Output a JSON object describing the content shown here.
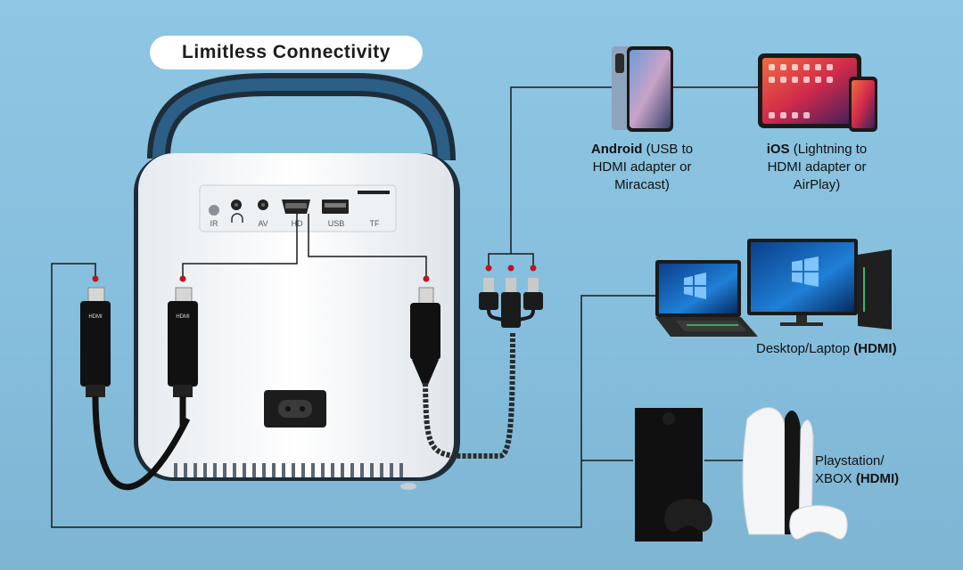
{
  "title": "Limitless Connectivity",
  "ports": {
    "ir": "IR",
    "av": "AV",
    "hd": "HD",
    "usb": "USB",
    "tf": "TF"
  },
  "cable_text": {
    "hdmi_1": "HDMI",
    "hdmi_2": "HDMI"
  },
  "devices": {
    "android": {
      "name": "Android",
      "detail_1": " (USB to",
      "detail_2": "HDMI adapter or",
      "detail_3": "Miracast)"
    },
    "ios": {
      "name": "iOS",
      "detail_1": " (Lightning to",
      "detail_2": "HDMI adapter or",
      "detail_3": "AirPlay)"
    },
    "desktop": {
      "name": "Desktop/Laptop ",
      "conn": "(HDMI)"
    },
    "console": {
      "line_1": "Playstation/",
      "name_2": "XBOX ",
      "conn": "(HDMI)"
    }
  },
  "colors": {
    "background": "#8ec6e3",
    "accent_dot": "#c0141e",
    "line": "#1a1a1a"
  }
}
